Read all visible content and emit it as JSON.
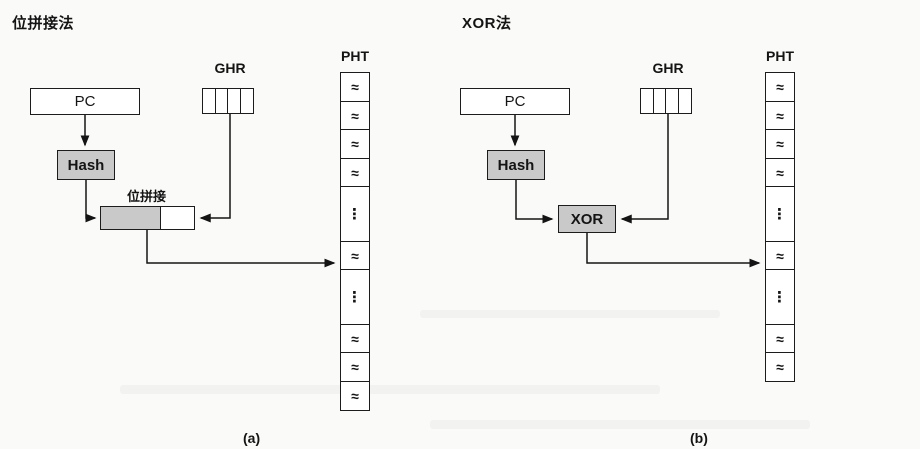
{
  "glyphs": {
    "counter": "≈",
    "dots": "⋮"
  },
  "colors": {
    "paper": "#fafaf8",
    "box_fill": "#c9c9c9"
  },
  "left": {
    "title": "位拼接法",
    "pc": "PC",
    "ghr": "GHR",
    "hash": "Hash",
    "concat": "位拼接",
    "pht": "PHT",
    "caption": "(a)",
    "pht_cells": [
      "c",
      "c",
      "c",
      "c",
      "dots",
      "c",
      "dots",
      "c",
      "c",
      "c"
    ]
  },
  "right": {
    "title": "XOR法",
    "pc": "PC",
    "ghr": "GHR",
    "hash": "Hash",
    "xor": "XOR",
    "pht": "PHT",
    "caption": "(b)",
    "pht_cells": [
      "c",
      "c",
      "c",
      "c",
      "dots",
      "c",
      "dots",
      "c",
      "c"
    ]
  }
}
